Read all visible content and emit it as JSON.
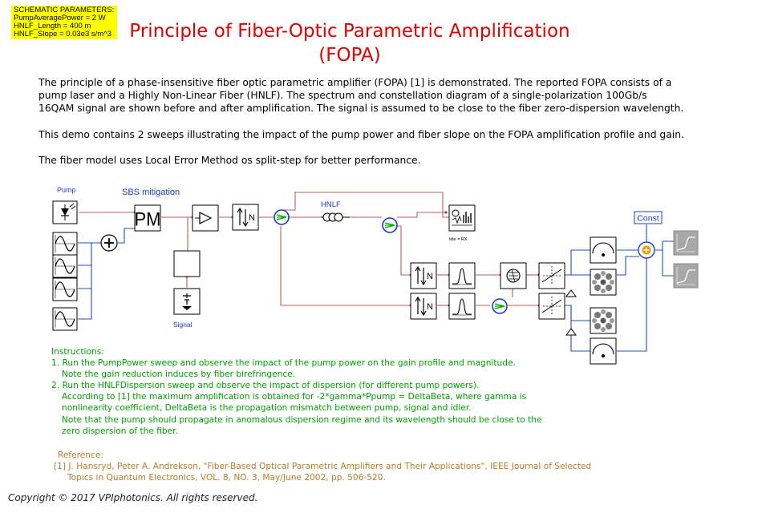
{
  "params": {
    "heading": "SCHEMATIC PARAMETERS:",
    "lines": [
      "PumpAveragePower = 2 W",
      "HNLF_Length = 400 m",
      "HNLF_Slope = 0.03e3 s/m^3"
    ]
  },
  "title": [
    "Principle of Fiber-Optic Parametric Amplification",
    "(FOPA)"
  ],
  "description": {
    "p1": [
      "The principle of a phase-insensitive fiber optic parametric amplifier (FOPA) [1] is demonstrated. The reported FOPA consists of a",
      "pump laser and a Highly Non-Linear Fiber (HNLF). The spectrum and constellation diagram of a single-polarization 100Gb/s",
      "16QAM signal are shown before and after amplification. The signal is assumed to be close to the fiber zero-dispersion wavelength."
    ],
    "p2": "This demo contains 2 sweeps illustrating the impact of the pump power and fiber slope on the FOPA amplification profile and gain.",
    "p3": "The fiber model uses Local Error Method os split-step for better performance."
  },
  "schematic": {
    "pump_label": "Pump",
    "sbs_label": "SBS mitigation",
    "pm_label": "PM",
    "hnlf_label": "HNLF",
    "signal_label": "Signal",
    "const_label": "Const",
    "scope_caption": "title = RX",
    "filter_label": "N",
    "colors": {
      "optical": "#b06060",
      "electrical": "#2050c0",
      "block_border": "#000000",
      "label_blue": "#1a3cc8"
    }
  },
  "instructions": [
    "Instructions:",
    "1. Run the PumpPower sweep and observe the impact of the pump power on the gain profile and magnitude.",
    "    Note the gain reduction induces by fiber birefringence.",
    "2. Run the HNLFDispersion sweep and observe the impact of dispersion (for different pump powers).",
    "    According to [1] the maximum amplification is obtained for -2*gamma*Ppump = DeltaBeta, where gamma is",
    "    nonlinearity coefficient, DeltaBeta is the propagation mismatch between pump, signal and idler.",
    "    Note that the pump should propagate in anomalous dispersion regime and its wavelength should be close to the",
    "    zero dispersion of the fiber."
  ],
  "reference": [
    "Reference:",
    "[1] J. Hansryd, Peter A. Andrekson, \"Fiber-Based Optical Parametric Amplifiers and Their Applications\", IEEE Journal of Selected",
    "     Topics in Quantum Electronics, VOL. 8, NO. 3, May/June 2002, pp. 506-520."
  ],
  "copyright": "Copyright © 2017 VPIphotonics. All rights reserved."
}
